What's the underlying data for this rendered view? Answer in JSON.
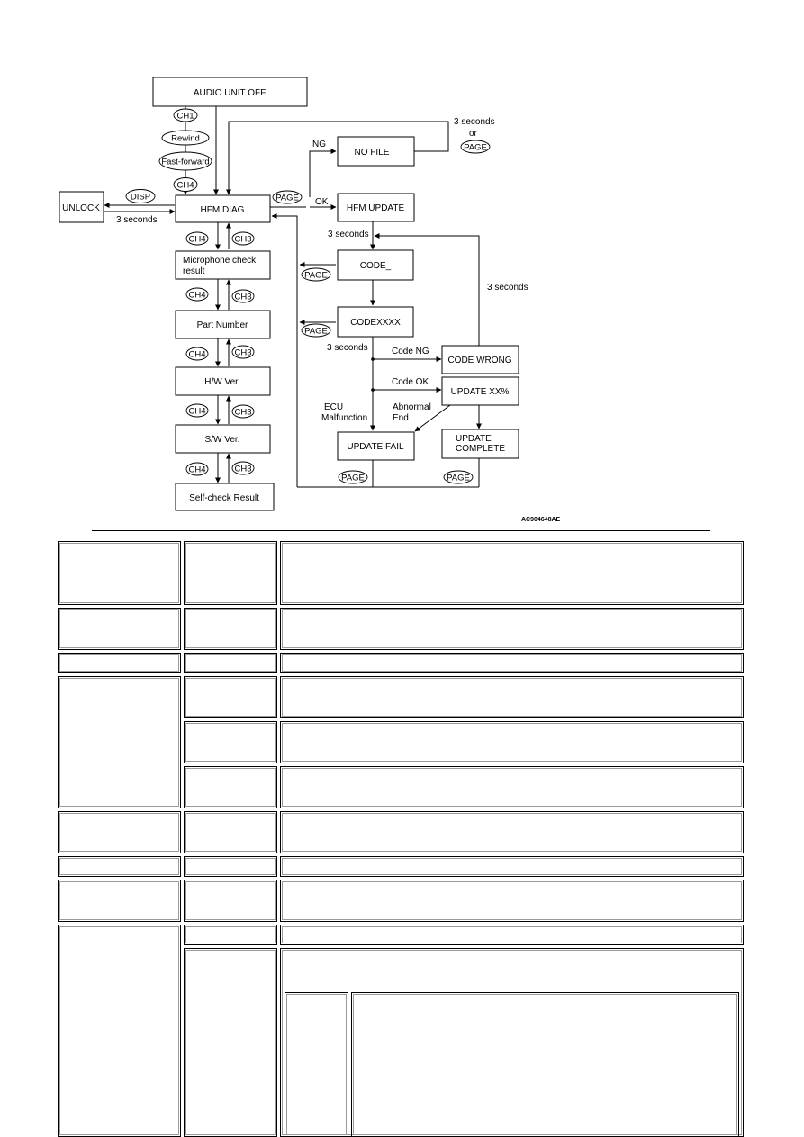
{
  "diagram": {
    "boxes": {
      "audio_unit_off": "AUDIO UNIT OFF",
      "no_file": "NO FILE",
      "unlock": "UNLOCK",
      "hfm_diag": "HFM DIAG",
      "hfm_update": "HFM UPDATE",
      "microphone_check_line1": "Microphone check",
      "microphone_check_line2": "result",
      "code_prompt": "CODE_",
      "part_number": "Part Number",
      "code_entry": "CODEXXXX",
      "code_wrong": "CODE WRONG",
      "hw_ver": "H/W Ver.",
      "update_progress": "UPDATE XX%",
      "sw_ver": "S/W Ver.",
      "update_fail": "UPDATE FAIL",
      "update_complete_line1": "UPDATE",
      "update_complete_line2": "COMPLETE",
      "self_check_result": "Self-check Result"
    },
    "buttons": {
      "ch1": "CH1",
      "rewind": "Rewind",
      "fast_forward": "Fast-forward",
      "ch4": "CH4",
      "ch3": "CH3",
      "disp": "DISP",
      "page": "PAGE"
    },
    "labels": {
      "three_seconds": "3 seconds",
      "or": "or",
      "ng": "NG",
      "ok": "OK",
      "code_ng": "Code NG",
      "code_ok": "Code OK",
      "ecu": "ECU",
      "malfunction": "Malfunction",
      "abnormal": "Abnormal",
      "end": "End"
    },
    "figure_code": "AC904648AE"
  }
}
